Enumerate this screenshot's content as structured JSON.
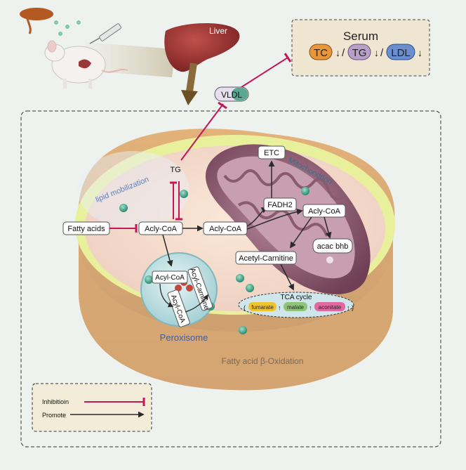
{
  "labels": {
    "liver": "Liver",
    "vldl": "VLDL",
    "serum_title": "Serum",
    "tc": "TC",
    "tg_serum": "TG",
    "ldl": "LDL",
    "slash": "/",
    "down_arrow": "↓",
    "up_arrow": "↑",
    "etc": "ETC",
    "mitochondrion": "Mitochondrion",
    "tg_cell": "TG",
    "lipid_mobilization": "lipid mobilization",
    "fadh2": "FADH2",
    "acyl_coa_mito": "Acly-CoA",
    "fatty_acids": "Fatty acids",
    "acyl_coa_1": "Acly-CoA",
    "acyl_coa_2": "Acly-CoA",
    "acac_bhb": "acac bhb",
    "acetyl_carnitine": "Acetyl-Carnitine",
    "perox_acyl_coa_top": "Acyl-CoA",
    "perox_acyl_coa_bottom": "Acyl-CoA",
    "perox_acyl_carnitine": "Acyl-Carnitine",
    "tca_cycle": "TCA cycle",
    "fumarate": "fumarate",
    "malate": "malate",
    "aconitate": "aconitate",
    "peroxisome": "Peroxisome",
    "beta_oxidation": "Fatty acid β-Oxidation"
  },
  "legend": {
    "inhibition": "Inhibitioin",
    "promote": "Promote"
  },
  "colors": {
    "inhibit": "#c2185b",
    "promote": "#2a2a2a",
    "cell_rim": "#e7ef9c",
    "cell_inner": "#f4dcc4",
    "mito": "#8a5a6e",
    "peroxisome": "#cde8ea",
    "tc_badge": "#e8963a",
    "tg_badge": "#b9a0c8",
    "ldl_badge": "#6a8fd0"
  }
}
